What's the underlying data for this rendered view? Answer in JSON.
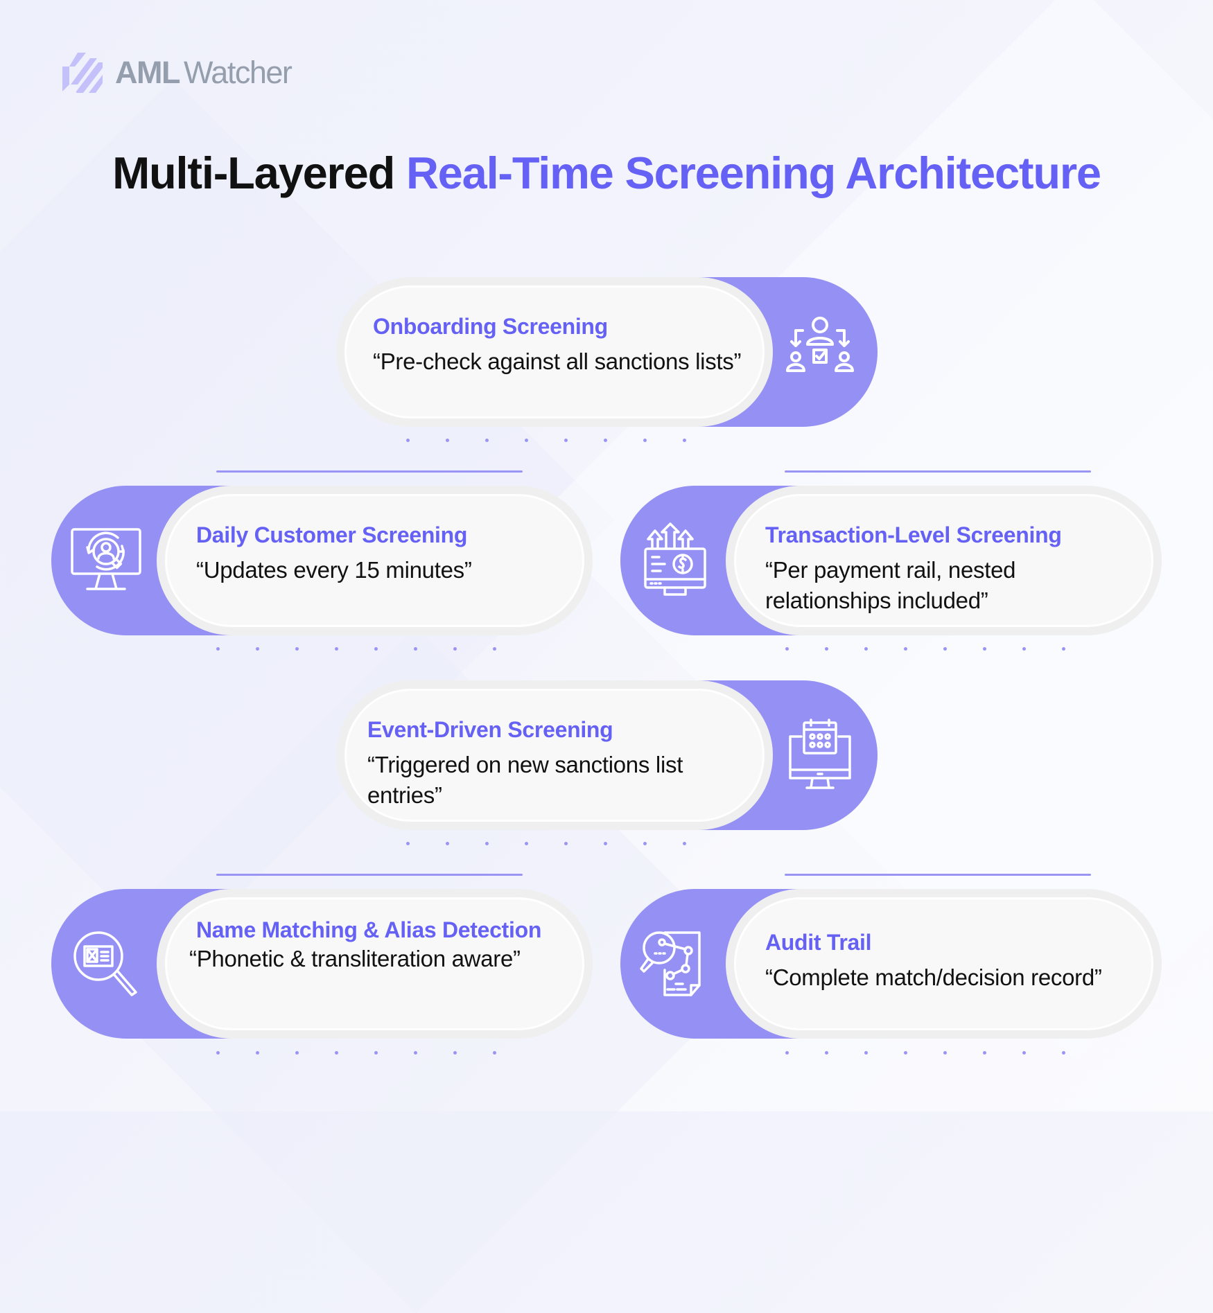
{
  "brand": {
    "name_strong": "AML",
    "name_light": "Watcher",
    "logo_icon": "striped-check-logo-icon",
    "colors": {
      "primary": "#6661F5",
      "accent": "#9590F4",
      "logo_gray": "#959EAD",
      "logo_mark": "#C3C0FA"
    }
  },
  "title": {
    "part1": "Multi-Layered",
    "part2": "Real-Time Screening Architecture"
  },
  "layers": [
    {
      "id": "onboarding",
      "title": "Onboarding Screening",
      "body": "“Pre-check against all sanctions lists”",
      "icon": "user-distribution-check-icon"
    },
    {
      "id": "daily",
      "title": "Daily Customer Screening",
      "body": "“Updates every 15 minutes”",
      "icon": "monitor-user-refresh-icon"
    },
    {
      "id": "transaction",
      "title": "Transaction-Level Screening",
      "body": "“Per payment rail, nested relationships included”",
      "icon": "monitor-dollar-arrows-icon"
    },
    {
      "id": "event",
      "title": "Event-Driven Screening",
      "body": "“Triggered on new sanctions list entries”",
      "icon": "monitor-calendar-icon"
    },
    {
      "id": "name-matching",
      "title": "Name Matching & Alias Detection",
      "body": "“Phonetic & transliteration aware”",
      "icon": "magnifier-id-card-icon"
    },
    {
      "id": "audit",
      "title": "Audit Trail",
      "body": "“Complete match/decision record”",
      "icon": "document-magnifier-graph-icon"
    }
  ]
}
